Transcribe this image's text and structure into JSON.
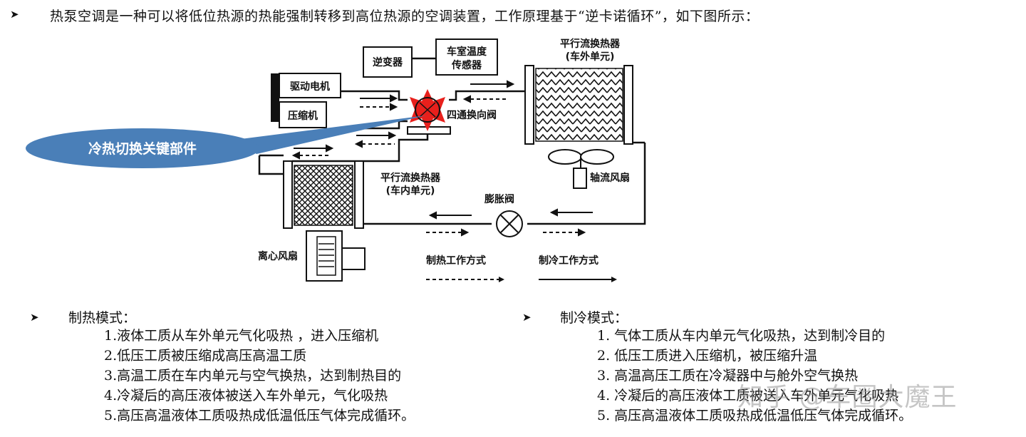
{
  "intro": {
    "bullet": "➤",
    "text": "热泵空调是一种可以将低位热源的热能强制转移到高位热源的空调装置，工作原理基于“逆卡诺循环”，如下图所示："
  },
  "diagram": {
    "inverter": "逆变器",
    "cabin_temp_sensor_line1": "车室温度",
    "cabin_temp_sensor_line2": "传感器",
    "drive_motor": "驱动电机",
    "compressor": "压缩机",
    "four_way_valve": "四通换向阀",
    "outdoor_exchanger_line1": "平行流换热器",
    "outdoor_exchanger_line2": "(车外单元)",
    "indoor_exchanger_line1": "平行流换热器",
    "indoor_exchanger_line2": "(车内单元)",
    "axial_fan": "轴流风扇",
    "expansion_valve": "膨胀阀",
    "centrifugal_fan": "离心风扇",
    "legend_heating": "制热工作方式",
    "legend_cooling": "制冷工作方式",
    "callout": "冷热切换关键部件",
    "callout_color": "#4a7fb8",
    "star_color": "#e8201c"
  },
  "heating": {
    "bullet": "➤",
    "title": "制热模式：",
    "steps": [
      "1.液体工质从车外单元气化吸热 ，进入压缩机",
      "2.低压工质被压缩成高压高温工质",
      "3.高温工质在车内单元与空气换热，达到制热目的",
      "4.冷凝后的高压液体被送入车外单元，气化吸热",
      "5.高压高温液体工质吸热成低温低压气体完成循环。"
    ]
  },
  "cooling": {
    "bullet": "➤",
    "title": "制冷模式：",
    "steps": [
      "1.  气体工质从车内单元气化吸热，达到制冷目的",
      "2.  低压工质进入压缩机，被压缩升温",
      "3.  高温高压工质在冷凝器中与舱外空气换热",
      "4.  冷凝后的高压液体工质被送入车外单元气化吸热",
      "5.  高压高温液体工质吸热成低温低压气体完成循环。"
    ]
  },
  "watermark": "知乎 @车圈大魔王"
}
